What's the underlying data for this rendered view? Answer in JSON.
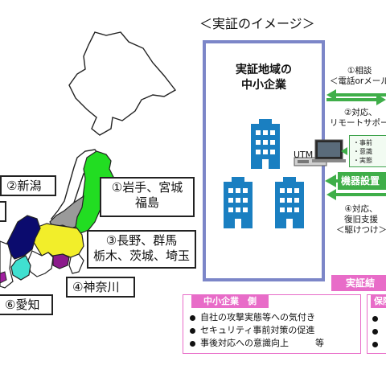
{
  "heading": "＜実証のイメージ＞",
  "regions": [
    {
      "id": "niigata",
      "label": "②新潟",
      "color": "#9a9a9a"
    },
    {
      "id": "tohoku",
      "label_line1": "①岩手、宮城",
      "label_line2": "福島",
      "color": "#22dd22"
    },
    {
      "id": "kanto",
      "label_line1": "③長野、群馬",
      "label_line2": "栃木、茨城、埼玉",
      "color": "#f2ee2a"
    },
    {
      "id": "kanagawa",
      "label": "④神奈川",
      "color": "#8b1a8b"
    },
    {
      "id": "aichi",
      "label": "⑥愛知",
      "color": "#40e0d0"
    }
  ],
  "colors": {
    "sme_border": "#7c86c8",
    "building": "#1a7fc1",
    "green": "#3fae49",
    "pink": "#e86cc8",
    "navy": "#0b0b6e",
    "purple": "#a020a0"
  },
  "icons": [
    "building-icon",
    "utm-device-icon",
    "arrow-left-icon",
    "arrow-right-icon"
  ],
  "sme_box": {
    "title_line1": "実証地域の",
    "title_line2": "中小企業",
    "utm_label": "UTM"
  },
  "flows": {
    "consult_line1": "①相談",
    "consult_line2": "＜電話orメール",
    "response_line1": "②対応、",
    "response_line2": "リモートサポート",
    "panel_line1": "・事前",
    "panel_line2": "・意識",
    "panel_line3": "・実態",
    "device_install": "機器設置",
    "recovery_line1": "④対応、",
    "recovery_line2": "復旧支援",
    "recovery_line3": "＜駆けつけ＞"
  },
  "results": {
    "tab": "実証結",
    "sme_tab": "中小企業　側",
    "bullets": [
      "自社の攻撃実態等への気付き",
      "セキュリティ事前対策の促進",
      "事後対応への意識向上　　　等"
    ],
    "right_tab": "保険"
  }
}
